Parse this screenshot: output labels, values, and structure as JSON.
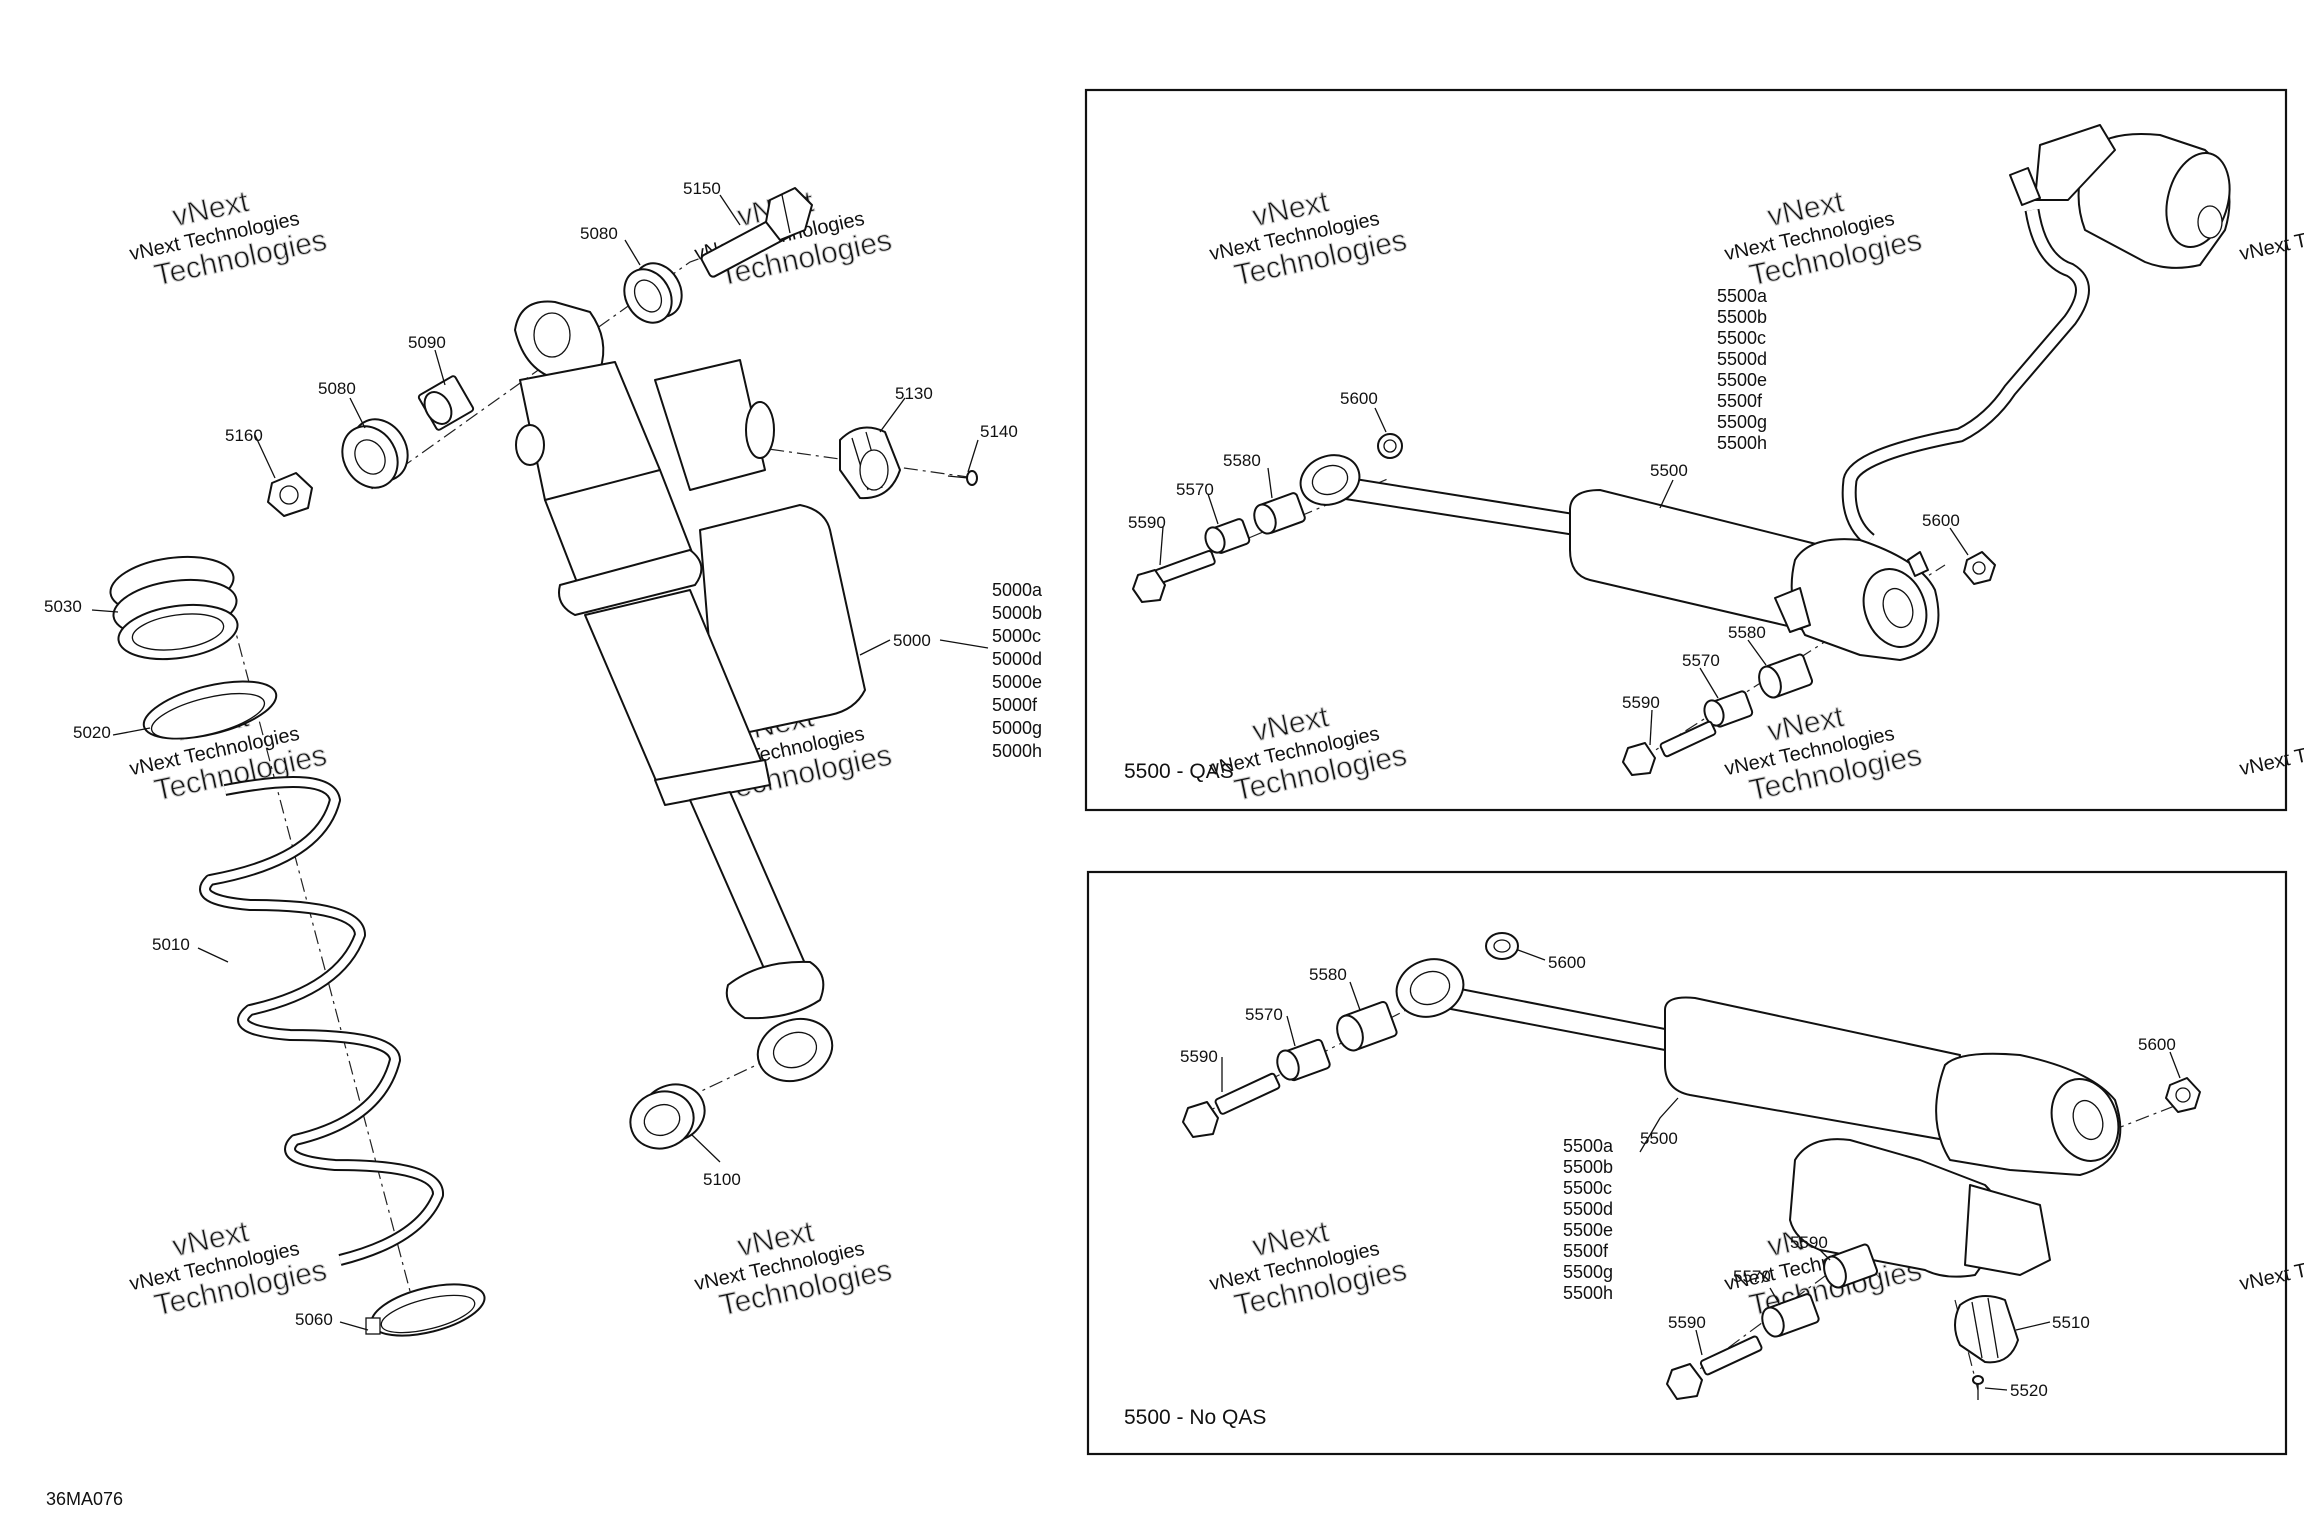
{
  "diagram": {
    "document_id": "36MA076",
    "watermark": {
      "line1": "vNext Technologies",
      "line2": "vNext",
      "line3": "Technologies"
    },
    "main_assembly": {
      "callouts": [
        "5150",
        "5080",
        "5090",
        "5080",
        "5160",
        "5130",
        "5140",
        "5030",
        "5020",
        "5000",
        "5010",
        "5100",
        "5060"
      ],
      "variants": [
        "5000a",
        "5000b",
        "5000c",
        "5000d",
        "5000e",
        "5000f",
        "5000g",
        "5000h"
      ]
    },
    "panel_qas": {
      "title": "5500 - QAS",
      "callouts": [
        "5600",
        "5580",
        "5570",
        "5590",
        "5500",
        "5600",
        "5580",
        "5570",
        "5590"
      ],
      "variants": [
        "5500a",
        "5500b",
        "5500c",
        "5500d",
        "5500e",
        "5500f",
        "5500g",
        "5500h"
      ]
    },
    "panel_no_qas": {
      "title": "5500 - No QAS",
      "callouts": [
        "5600",
        "5580",
        "5570",
        "5590",
        "5500",
        "5600",
        "5590",
        "5570",
        "5590",
        "5510",
        "5520"
      ],
      "variants": [
        "5500a",
        "5500b",
        "5500c",
        "5500d",
        "5500e",
        "5500f",
        "5500g",
        "5500h"
      ]
    }
  }
}
